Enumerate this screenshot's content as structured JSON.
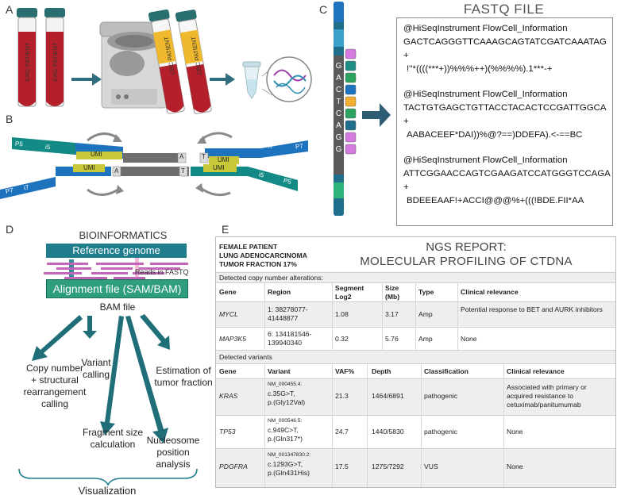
{
  "panels": {
    "a": "A",
    "b": "B",
    "c": "C",
    "d": "D",
    "e": "E"
  },
  "panel_a": {
    "tube_label": "CRC PATIENT",
    "colors": {
      "tube_cap": "#2a6f6f",
      "blood": "#b3202a",
      "plasma": "#f0b82c",
      "arrow": "#2e6e80"
    }
  },
  "panel_b": {
    "labels": {
      "p5": "P5",
      "i5": "i5",
      "umi": "UMI",
      "a": "A",
      "t": "T",
      "i7": "i7",
      "p7": "P7"
    },
    "colors": {
      "adapter_teal": "#138a86",
      "adapter_blue": "#1e73be",
      "umi": "#c7c83a",
      "insert": "#6e6e6e"
    }
  },
  "panel_c": {
    "read_bases": [
      "G",
      "A",
      "C",
      "T",
      "C",
      "A",
      "G",
      "G"
    ],
    "title": "FASTQ FILE",
    "records": [
      {
        "header": "@HiSeqInstrument FlowCell_Information",
        "sequence": "GACTCAGGGTTCAAAGCAGTATCGATCAAATAG",
        "plus": "+",
        "quality": "!''*((((***+))%%%++)(%%%%).1***-+"
      },
      {
        "header": "@HiSeqInstrument FlowCell_Information",
        "sequence": "TACTGTGAGCTGTTACCTACACTCCGATTGGCA",
        "plus": "+",
        "quality": "AABACEEF*DAI))%@?==)DDEFA).<-==BC"
      },
      {
        "header": "@HiSeqInstrument FlowCell_Information",
        "sequence": "ATTCGGAACCAGTCGAAGATCCATGGGTCCAGA",
        "plus": "+",
        "quality": "BDEEEAAF!+ACCI@@@%+(((!BDE.FII*AA"
      }
    ]
  },
  "panel_d": {
    "title": "BIOINFORMATICS",
    "reference": "Reference genome",
    "reads_label": "Reads in FASTQ",
    "alignment": "Alignment file (SAM/BAM)",
    "bam": "BAM file",
    "outputs": {
      "copy_number_1": "Copy number",
      "copy_number_2": "+ structural",
      "copy_number_3": "rearrangement",
      "copy_number_4": "calling",
      "variant_1": "Variant",
      "variant_2": "calling",
      "tumor_1": "Estimation of",
      "tumor_2": "tumor fraction",
      "fragment_1": "Fragment size",
      "fragment_2": "calculation",
      "nucleosome_1": "Nucleosome",
      "nucleosome_2": "position",
      "nucleosome_3": "analysis"
    },
    "visualization": "Visualization",
    "colors": {
      "reference": "#1f7d8c",
      "alignment": "#2e9e7e",
      "reads": "#c266b8",
      "arrows": "#1f6e78"
    }
  },
  "report": {
    "patient": {
      "line1": "FEMALE PATIENT",
      "line2": "LUNG ADENOCARCINOMA",
      "line3": "TUMOR FRACTION 17%"
    },
    "title_line1": "NGS REPORT:",
    "title_line2": "MOLECULAR PROFILING OF CTDNA",
    "cna_section": "Detected copy number alterations:",
    "cna_headers": {
      "gene": "Gene",
      "region": "Region",
      "segment_1": "Segment",
      "segment_2": "Log2",
      "size_1": "Size",
      "size_2": "(Mb)",
      "type": "Type",
      "clinical": "Clinical relevance"
    },
    "cna_rows": [
      {
        "gene": "MYCL",
        "region_1": "1: 38278077-",
        "region_2": "41448877",
        "log2": "1.08",
        "size": "3.17",
        "type": "Amp",
        "clinical": "Potential response to BET and AURK inhibitors"
      },
      {
        "gene": "MAP3K5",
        "region_1": "6: 134181546-",
        "region_2": "139940340",
        "log2": "0.32",
        "size": "5.76",
        "type": "Amp",
        "clinical": "None"
      }
    ],
    "var_section": "Detected variants",
    "var_headers": {
      "gene": "Gene",
      "variant": "Variant",
      "vaf": "VAF%",
      "depth": "Depth",
      "classification": "Classification",
      "clinical": "Clinical relevance"
    },
    "var_rows": [
      {
        "gene": "KRAS",
        "transcript": "NM_000455.4:",
        "cdna": "c.35G>T,",
        "protein": "p.(Gly12Val)",
        "vaf": "21.3",
        "depth": "1464/6891",
        "classification": "pathogenic",
        "clinical_1": "Associated with primary or",
        "clinical_2": "acquired resistance to",
        "clinical_3": "cetuximab/panitumumab"
      },
      {
        "gene": "TP53",
        "transcript": "NM_000546.5:",
        "cdna": "c.949C>T,",
        "protein": "p.(Gln317*)",
        "vaf": "24.7",
        "depth": "1440/5830",
        "classification": "pathogenic",
        "clinical_1": "None",
        "clinical_2": "",
        "clinical_3": ""
      },
      {
        "gene": "PDGFRA",
        "transcript": "NM_001347830.2:",
        "cdna": "c.1293G>T,",
        "protein": "p.(Gln431His)",
        "vaf": "17.5",
        "depth": "1275/7292",
        "classification": "VUS",
        "clinical_1": "None",
        "clinical_2": "",
        "clinical_3": ""
      }
    ]
  }
}
